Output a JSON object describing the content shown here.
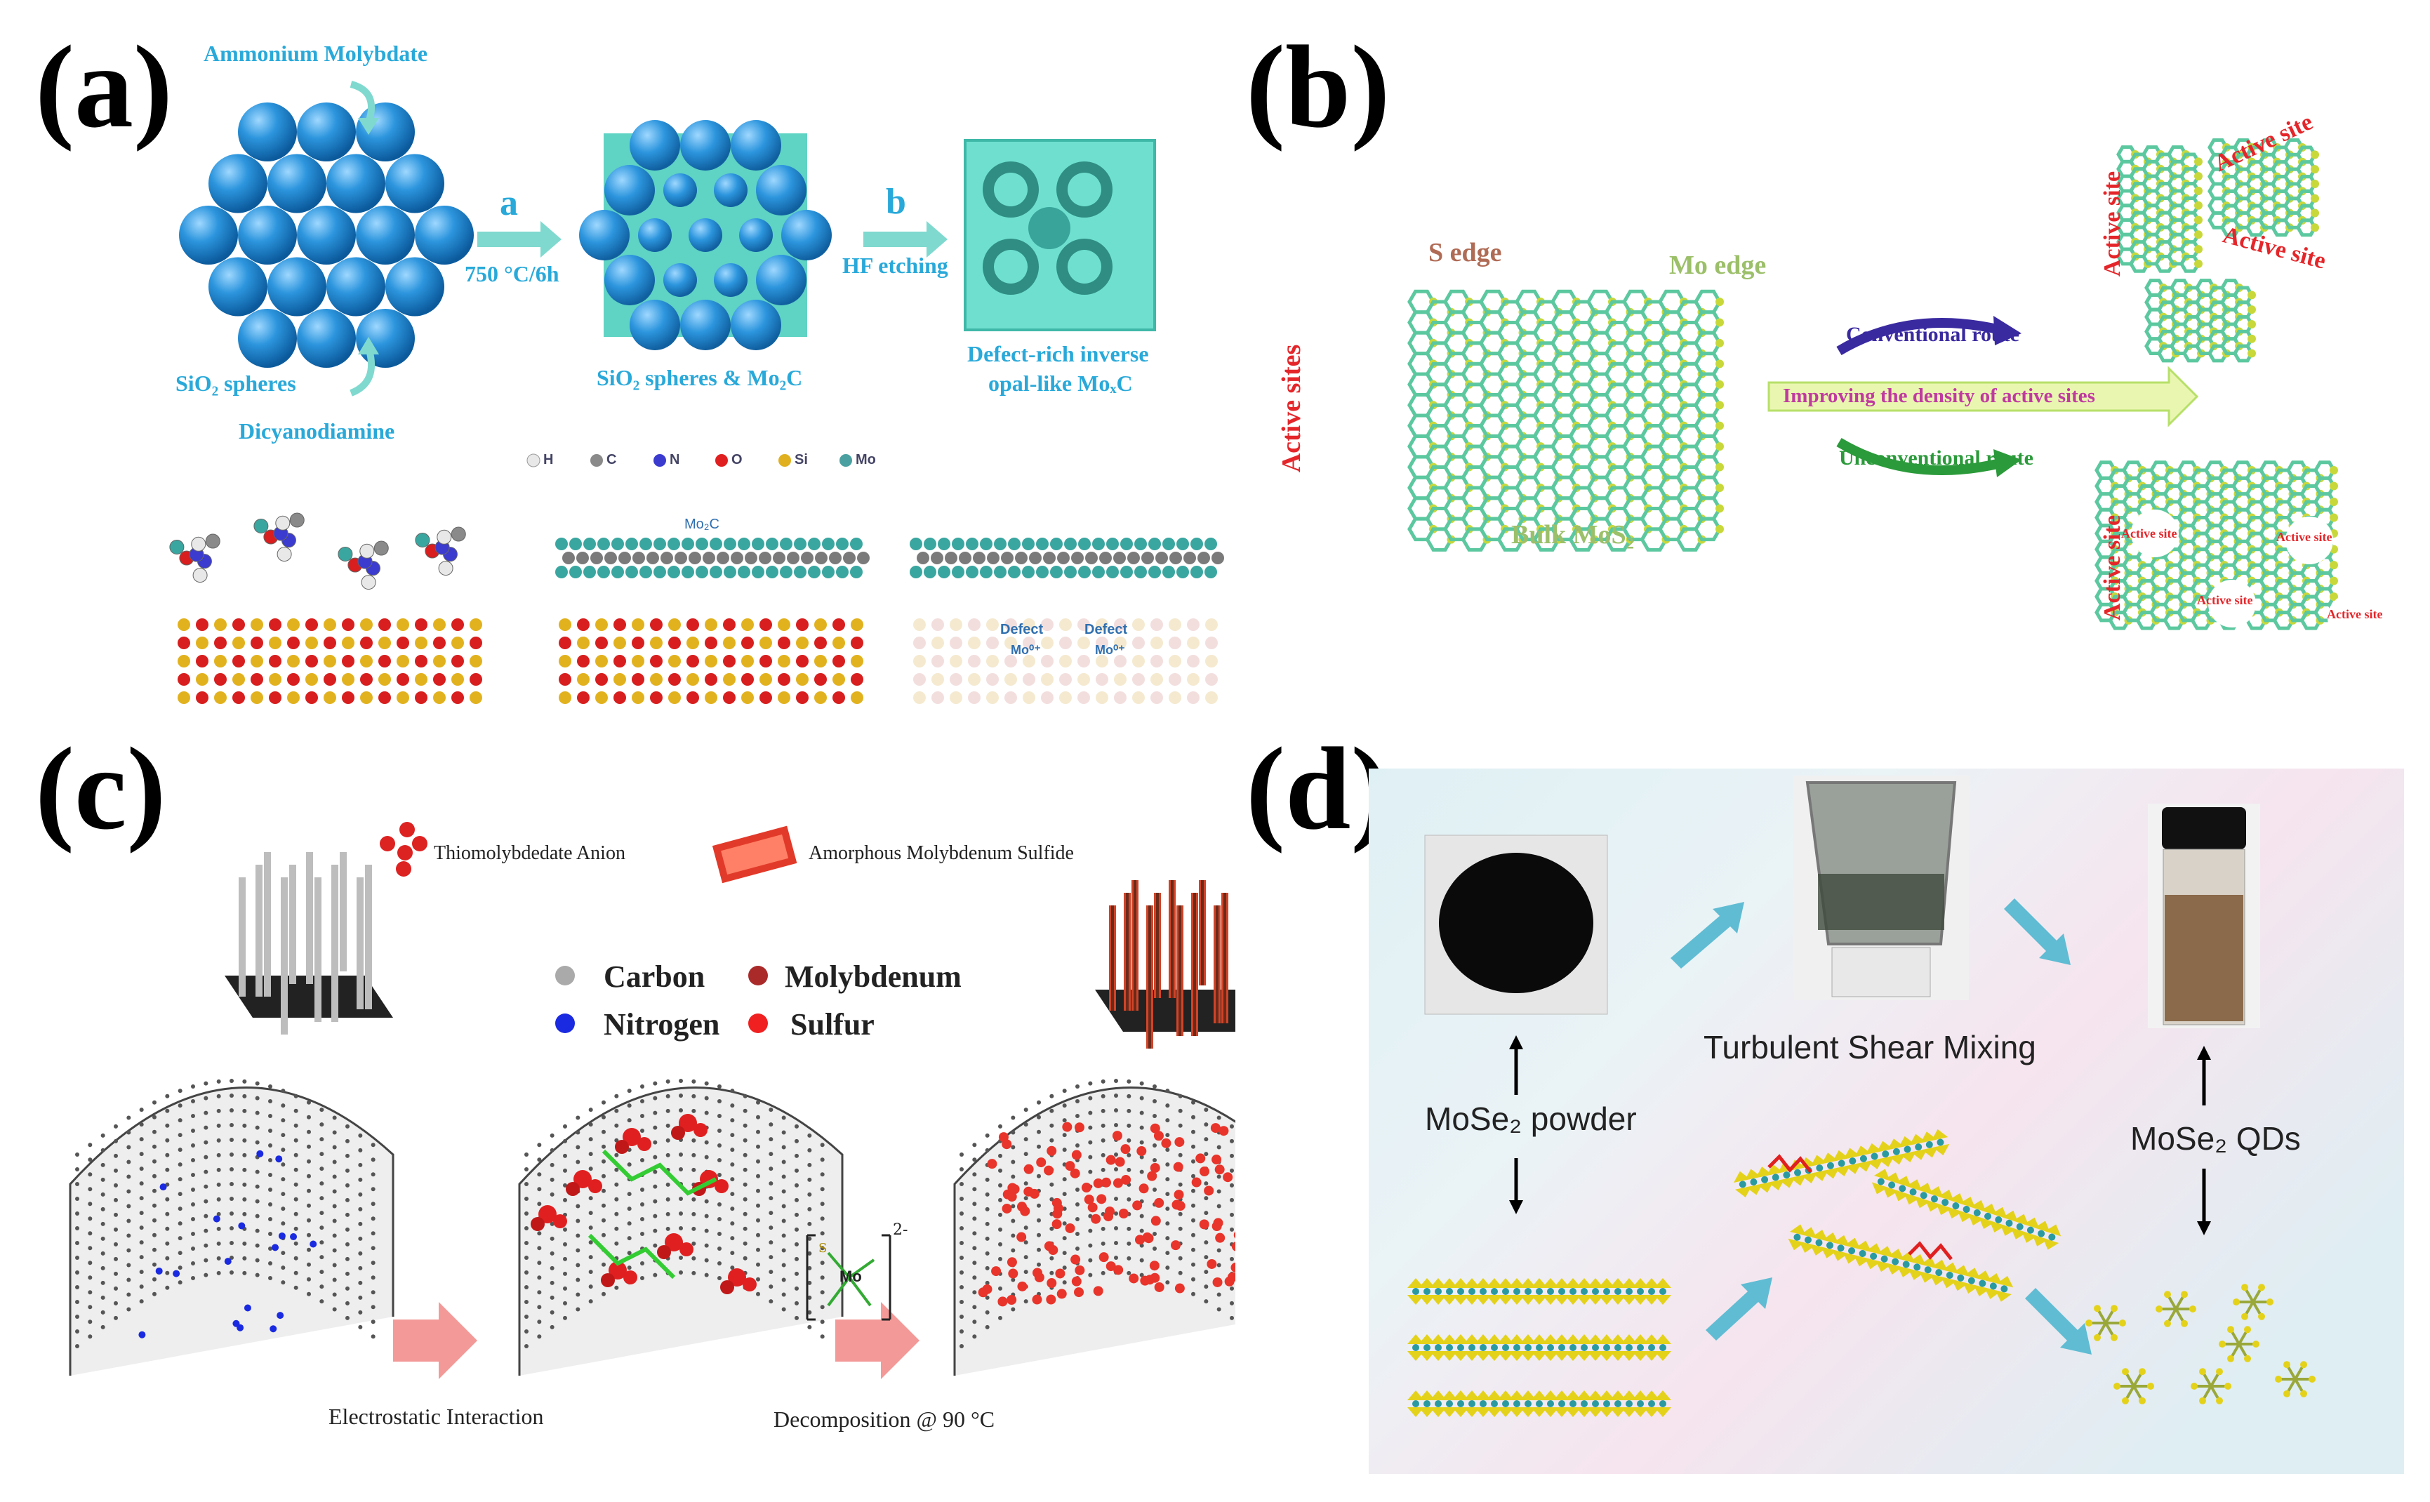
{
  "panels": {
    "a": {
      "letter": "(a)",
      "ammonium": "Ammonium Molybdate",
      "step_a": "a",
      "step_a_cond": "750 °C/6h",
      "step_b": "b",
      "step_b_cond": "HF etching",
      "sio2_spheres": "SiO₂ spheres",
      "dicyanodiamine": "Dicyanodiamine",
      "sio2_mo2c": "SiO₂ spheres & Mo₂C",
      "defect_rich_1": "Defect-rich inverse",
      "defect_rich_2": "opal-like MoₓC",
      "legend": [
        {
          "sym": "H",
          "color": "#e8e8e8"
        },
        {
          "sym": "C",
          "color": "#8a8a8a"
        },
        {
          "sym": "N",
          "color": "#3b3bd0"
        },
        {
          "sym": "O",
          "color": "#e02020"
        },
        {
          "sym": "Si",
          "color": "#e0b020"
        },
        {
          "sym": "Mo",
          "color": "#4aa0a0"
        }
      ],
      "mo2c_label": "Mo₂C",
      "defect_1": "Defect",
      "defect_2": "Defect",
      "mo_1": "Mo⁰⁺",
      "mo_2": "Mo⁰⁺"
    },
    "b": {
      "letter": "(b)",
      "s_edge": "S edge",
      "mo_edge": "Mo edge",
      "active_sites": "Active sites",
      "bulk_mos2": "Bulk MoS₂",
      "conventional": "Conventional route",
      "improving": "Improving the density of active sites",
      "unconventional": "Unconventional route",
      "active_site_top_left": "Active site",
      "active_site_top_1": "Active site",
      "active_site_top_2": "Active site",
      "active_site_bottom_left": "Active site",
      "active_site_small_1": "Active site",
      "active_site_small_2": "Active site",
      "active_site_small_3": "Active site",
      "active_site_small_4": "Active site"
    },
    "c": {
      "letter": "(c)",
      "thiomolybdate": "Thiomolybdedate Anion",
      "amorphous": "Amorphous Molybdenum Sulfide",
      "carbon": "Carbon",
      "molybdenum": "Molybdenum",
      "nitrogen": "Nitrogen",
      "sulfur": "Sulfur",
      "electrostatic": "Electrostatic Interaction",
      "decomposition": "Decomposition @ 90 °C",
      "ion_charge": "2-",
      "ion_mo": "Mo",
      "ion_s": "S"
    },
    "d": {
      "letter": "(d)",
      "turbulent": "Turbulent Shear Mixing",
      "powder": "MoSe₂ powder",
      "qds": "MoSe₂ QDs"
    }
  },
  "colors": {
    "cyan_text": "#29a9d9",
    "sphere": "#2a8fd0",
    "teal": "#4fd1c5",
    "mos2_green": "#5cc8a0",
    "mos2_yellow": "#c8d83a",
    "red": "#e4262a",
    "olive": "#9cbf6a"
  }
}
